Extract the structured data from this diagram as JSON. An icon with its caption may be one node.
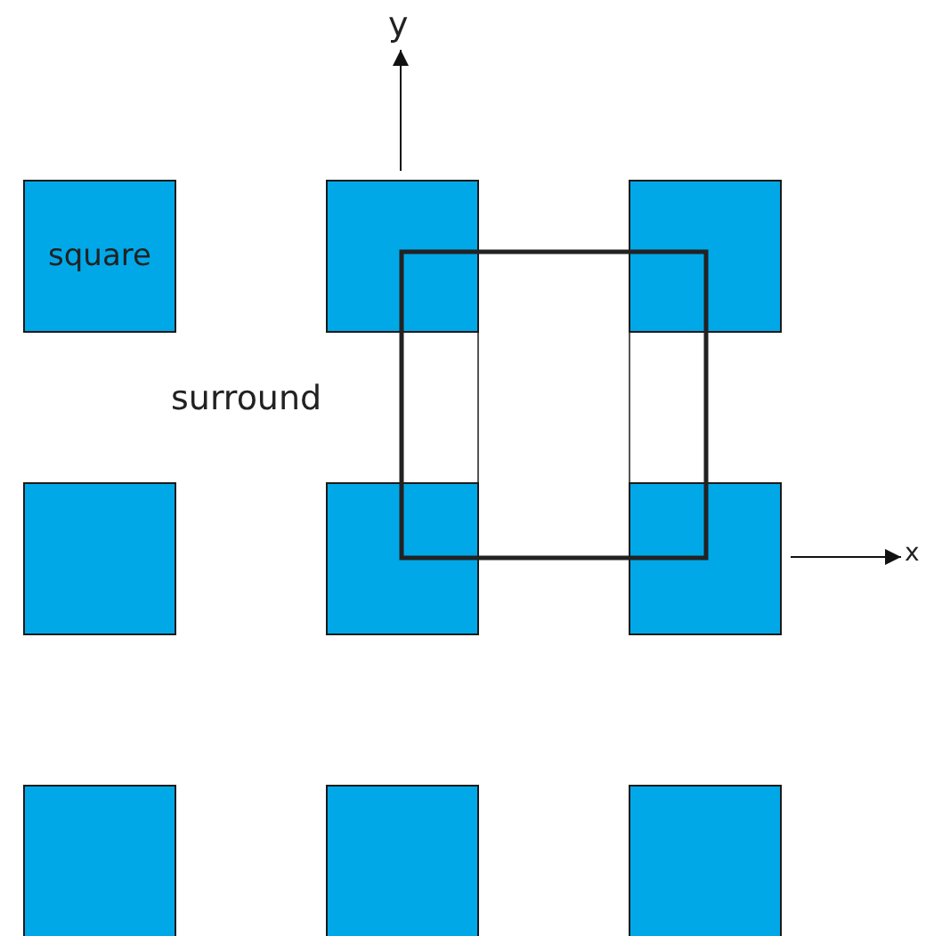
{
  "diagram": {
    "nodes": [
      {
        "text": [
          "square"
        ]
      },
      {
        "text": [],
        "shape": "box"
      },
      {
        "text": [],
        "shape": "box"
      },
      {
        "text": [],
        "shape": "box"
      },
      {
        "text": [],
        "shape": "box"
      },
      {
        "text": [],
        "shape": "box"
      },
      {
        "text": [],
        "shape": "box"
      },
      {
        "text": [],
        "shape": "box"
      },
      {
        "text": [],
        "shape": "box"
      }
    ],
    "labels": [
      "y",
      "surround",
      "x"
    ]
  }
}
